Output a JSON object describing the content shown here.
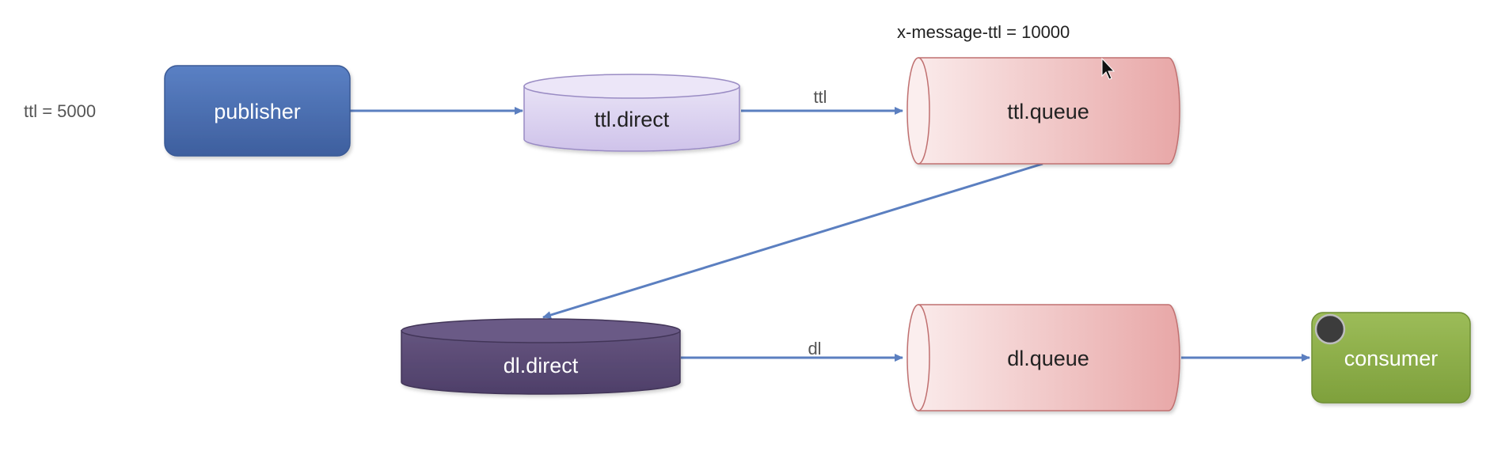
{
  "annotations": {
    "publisher_ttl": "ttl = 5000",
    "queue_ttl": "x-message-ttl = 10000"
  },
  "nodes": {
    "publisher": {
      "label": "publisher"
    },
    "ttl_direct": {
      "label": "ttl.direct"
    },
    "ttl_queue": {
      "label": "ttl.queue"
    },
    "dl_direct": {
      "label": "dl.direct"
    },
    "dl_queue": {
      "label": "dl.queue"
    },
    "consumer": {
      "label": "consumer"
    }
  },
  "edges": {
    "ttl_routing_key": "ttl",
    "dl_routing_key": "dl"
  },
  "colors": {
    "publisher": "#4a6fb3",
    "ttl_exchange": "#d9d0ee",
    "dl_exchange": "#5a4a78",
    "queue": "#f0c4c4",
    "consumer": "#8fb04e",
    "arrow": "#5b7fc0"
  }
}
